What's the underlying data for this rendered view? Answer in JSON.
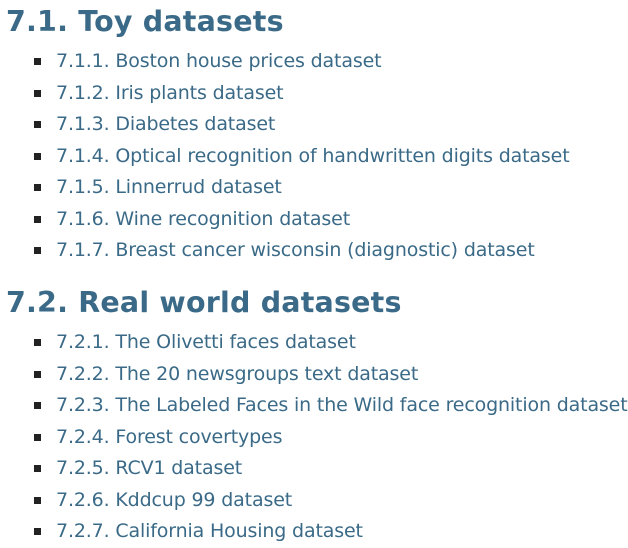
{
  "sections": [
    {
      "title": "7.1. Toy datasets",
      "items": [
        "7.1.1. Boston house prices dataset",
        "7.1.2. Iris plants dataset",
        "7.1.3. Diabetes dataset",
        "7.1.4. Optical recognition of handwritten digits dataset",
        "7.1.5. Linnerrud dataset",
        "7.1.6. Wine recognition dataset",
        "7.1.7. Breast cancer wisconsin (diagnostic) dataset"
      ]
    },
    {
      "title": "7.2. Real world datasets",
      "items": [
        "7.2.1. The Olivetti faces dataset",
        "7.2.2. The 20 newsgroups text dataset",
        "7.2.3. The Labeled Faces in the Wild face recognition dataset",
        "7.2.4. Forest covertypes",
        "7.2.5. RCV1 dataset",
        "7.2.6. Kddcup 99 dataset",
        "7.2.7. California Housing dataset"
      ]
    }
  ],
  "colors": {
    "link": "#3a6a87",
    "heading": "#3a6a87",
    "bullet": "#222222"
  }
}
